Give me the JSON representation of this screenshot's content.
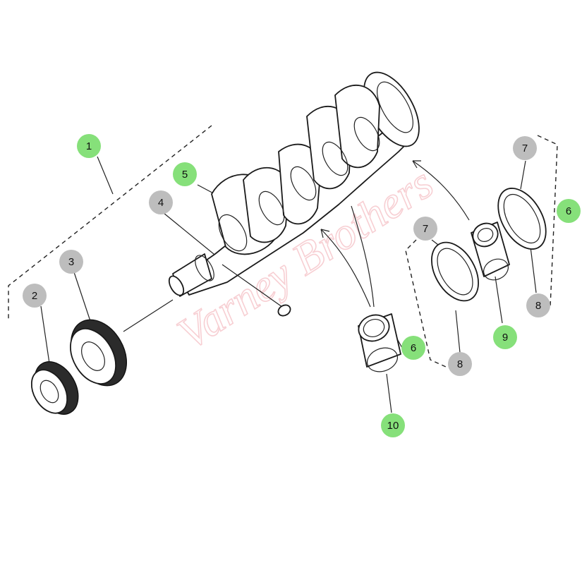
{
  "watermark": "Varney Brothers",
  "colors": {
    "main_part_badge": "#86e07a",
    "sub_part_badge": "#bdbdbd",
    "watermark": "#f2a9b0",
    "line": "#222222"
  },
  "callouts": [
    {
      "label": "1",
      "kind": "main"
    },
    {
      "label": "2",
      "kind": "sub"
    },
    {
      "label": "3",
      "kind": "sub"
    },
    {
      "label": "4",
      "kind": "sub"
    },
    {
      "label": "5",
      "kind": "main"
    },
    {
      "label": "6",
      "kind": "main"
    },
    {
      "label": "6",
      "kind": "main"
    },
    {
      "label": "7",
      "kind": "sub"
    },
    {
      "label": "7",
      "kind": "sub"
    },
    {
      "label": "8",
      "kind": "sub"
    },
    {
      "label": "8",
      "kind": "sub"
    },
    {
      "label": "9",
      "kind": "main"
    },
    {
      "label": "10",
      "kind": "main"
    }
  ]
}
